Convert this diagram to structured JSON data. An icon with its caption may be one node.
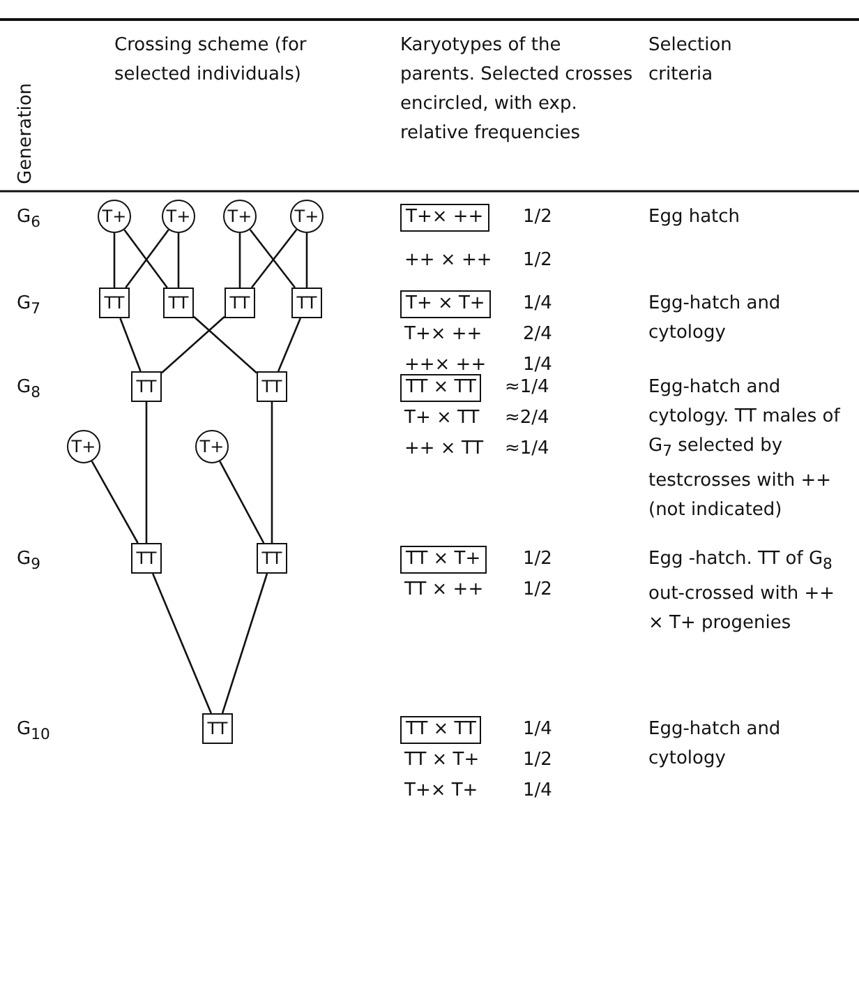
{
  "diagram": {
    "nodes": [
      {
        "text": [
          "T+"
        ]
      },
      {
        "text": [
          "T+"
        ]
      },
      {
        "text": [
          "T+"
        ]
      },
      {
        "text": [
          "T+"
        ]
      },
      {
        "text": [
          "TT"
        ]
      },
      {
        "text": [
          "TT"
        ]
      },
      {
        "text": [
          "TT"
        ]
      },
      {
        "text": [
          "TT"
        ]
      },
      {
        "text": [
          "TT"
        ]
      },
      {
        "text": [
          "TT"
        ]
      },
      {
        "text": [
          "T+"
        ]
      },
      {
        "text": [
          "T+"
        ]
      },
      {
        "text": [
          "TT"
        ]
      },
      {
        "text": [
          "TT"
        ]
      },
      {
        "text": [
          "TT"
        ]
      },
      {
        "text": [
          "T+× ++"
        ],
        "beside": [
          "1/2"
        ]
      },
      {
        "text": [
          "T+ × T+"
        ],
        "beside": [
          "1/4"
        ]
      },
      {
        "text": [
          "TT × TT"
        ],
        "beside": [
          "≈1/4"
        ]
      },
      {
        "text": [
          "TT × T+"
        ],
        "beside": [
          "1/2"
        ]
      },
      {
        "text": [
          "TT × TT"
        ],
        "beside": [
          "1/4"
        ]
      }
    ],
    "edges": [
      {
        "from": 0,
        "to": 4,
        "arrow": "none"
      },
      {
        "from": 0,
        "to": 5,
        "arrow": "none"
      },
      {
        "from": 1,
        "to": 4,
        "arrow": "none"
      },
      {
        "from": 1,
        "to": 5,
        "arrow": "none"
      },
      {
        "from": 2,
        "to": 6,
        "arrow": "none"
      },
      {
        "from": 2,
        "to": 7,
        "arrow": "none"
      },
      {
        "from": 3,
        "to": 6,
        "arrow": "none"
      },
      {
        "from": 3,
        "to": 7,
        "arrow": "none"
      },
      {
        "from": 4,
        "to": 8,
        "arrow": "none"
      },
      {
        "from": 5,
        "to": 9,
        "arrow": "none"
      },
      {
        "from": 6,
        "to": 8,
        "arrow": "none"
      },
      {
        "from": 7,
        "to": 9,
        "arrow": "none"
      },
      {
        "from": 8,
        "to": 12,
        "arrow": "none"
      },
      {
        "from": 10,
        "to": 12,
        "arrow": "none"
      },
      {
        "from": 9,
        "to": 13,
        "arrow": "none"
      },
      {
        "from": 11,
        "to": 13,
        "arrow": "none"
      },
      {
        "from": 12,
        "to": 14,
        "arrow": "none"
      },
      {
        "from": 13,
        "to": 14,
        "arrow": "none"
      }
    ],
    "labels": [
      "Generation",
      "Crossing scheme (for selected individuals)",
      "Karyotypes of the parents. Selected crosses encircled, with exp. relative frequencies",
      "Selection criteria",
      "G$_{6}$",
      "Egg hatch",
      "++ × ++",
      "1/2",
      "G$_{7}$",
      "Egg-hatch and cytology",
      "T+× ++",
      "2/4",
      "++× ++",
      "1/4",
      "G$_{8}$",
      "Egg-hatch and cytology. TT males of G$_{7}$ selected by testcrosses with ++ (not indicated)",
      "T+ × TT",
      "≈2/4",
      "++ × TT",
      "≈1/4",
      "G$_{9}$",
      "Egg -hatch. TT of G$_{8}$ out-crossed with ++ × T+ progenies",
      "TT × ++",
      "1/2",
      "G$_{10}$",
      "Egg-hatch and cytology",
      "TT × T+",
      "1/2",
      "T+× T+",
      "1/4"
    ]
  }
}
